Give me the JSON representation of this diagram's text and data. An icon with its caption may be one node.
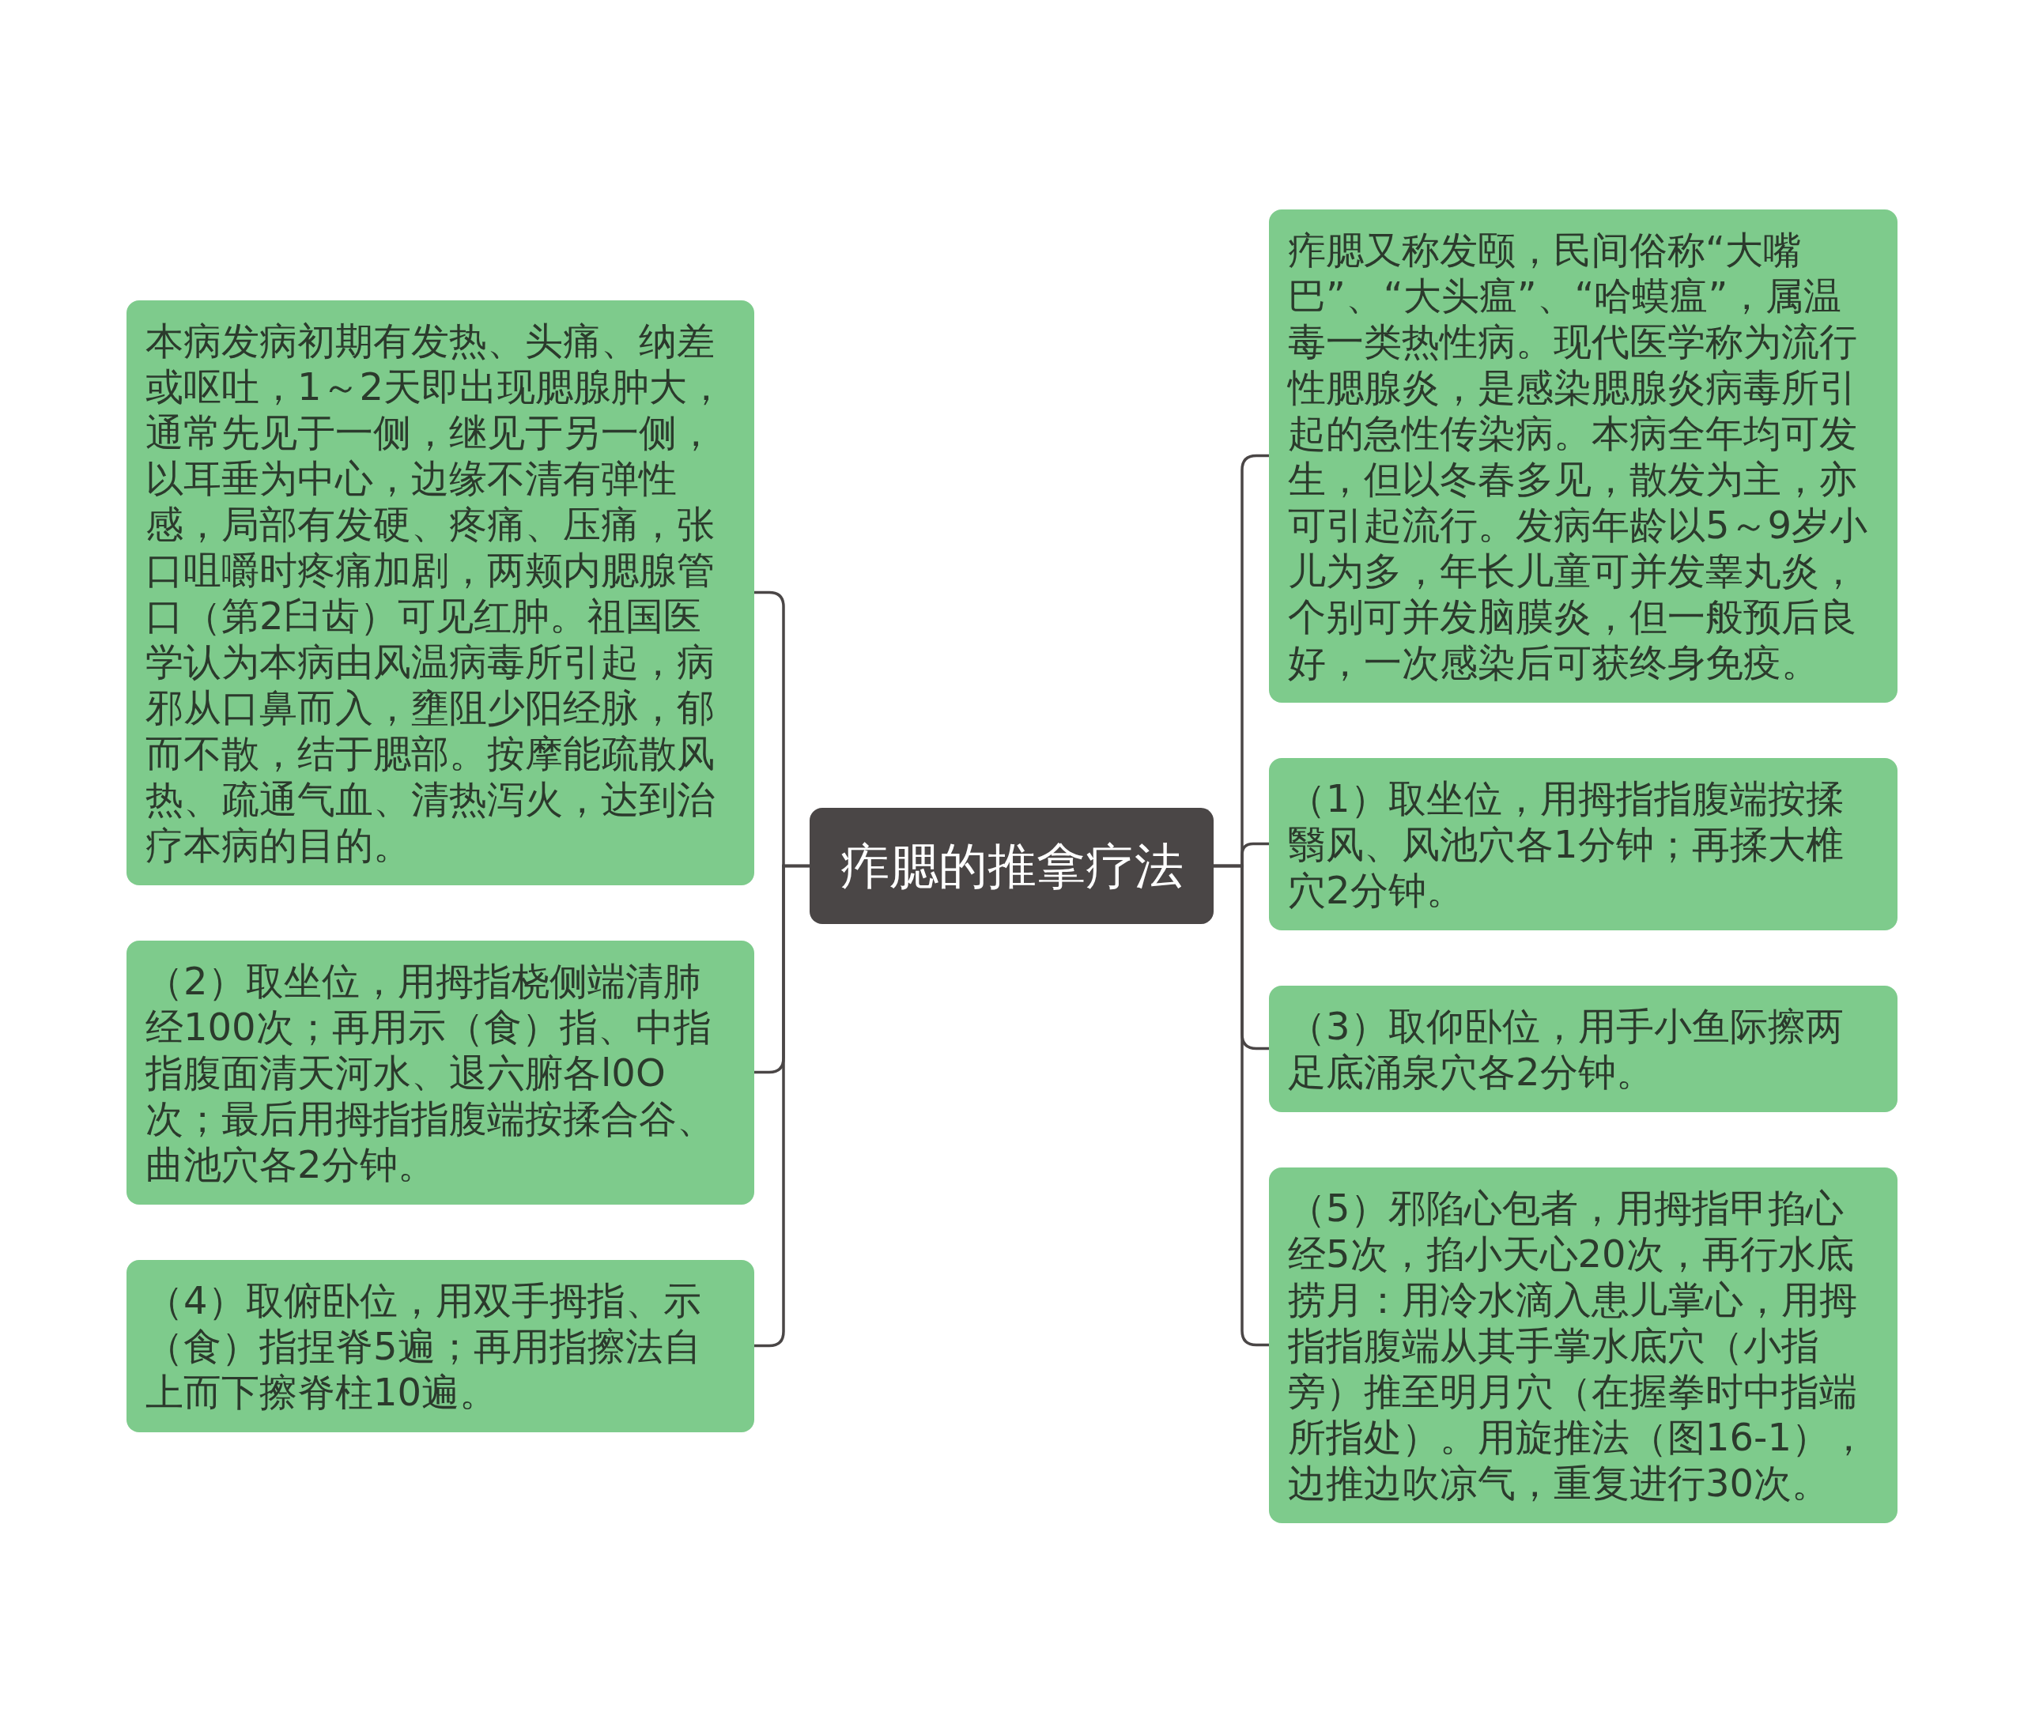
{
  "diagram": {
    "nodes": [
      {
        "text": [
          "痄腮的推拿疗法"
        ]
      },
      {
        "text": [
          "痄腮又称发颐，民间俗称“大嘴巴”、“大头瘟”、“哈蟆瘟”，属温毒一类热性病。现代医学称为流行性腮腺炎，是感染腮腺炎病毒所引起的急性传染病。本病全年均可发生，但以冬春多见，散发为主，亦可引起流行。发病年龄以5～9岁小儿为多，年长儿童可并发睾丸炎，个别可并发脑膜炎，但一般预后良好，一次感染后可获终身免疫。"
        ]
      },
      {
        "text": [
          "（1）取坐位，用拇指指腹端按揉翳风、风池穴各1分钟；再揉大椎穴2分钟。"
        ]
      },
      {
        "text": [
          "（3）取仰卧位，用手小鱼际擦两足底涌泉穴各2分钟。"
        ]
      },
      {
        "text": [
          "（5）邪陷心包者，用拇指甲掐心经5次，掐小天心20次，再行水底捞月：用冷水滴入患儿掌心，用拇指指腹端从其手掌水底穴（小指旁）推至明月穴（在握拳时中指端所指处）。用旋推法（图16-1），边推边吹凉气，重复进行30次。"
        ]
      },
      {
        "text": [
          "本病发病初期有发热、头痛、纳差或呕吐，1～2天即出现腮腺肿大，通常先见于一侧，继见于另一侧，以耳垂为中心，边缘不清有弹性感，局部有发硬、疼痛、压痛，张口咀嚼时疼痛加剧，两颊内腮腺管口（第2臼齿）可见红肿。祖国医学认为本病由风温病毒所引起，病邪从口鼻而入，壅阻少阳经脉，郁而不散，结于腮部。按摩能疏散风热、疏通气血、清热泻火，达到治疗本病的目的。"
        ]
      },
      {
        "text": [
          "（2）取坐位，用拇指桡侧端清肺经100次；再用示（食）指、中指指腹面清天河水、退六腑各l0O次；最后用拇指指腹端按揉合谷、曲池穴各2分钟。"
        ]
      },
      {
        "text": [
          "（4）取俯卧位，用双手拇指、示（食）指捏脊5遍；再用指擦法自上而下擦脊柱10遍。"
        ]
      }
    ],
    "edges": [
      {
        "from": 0,
        "to": 1,
        "arrow": "none"
      },
      {
        "from": 0,
        "to": 2,
        "arrow": "none"
      },
      {
        "from": 0,
        "to": 3,
        "arrow": "none"
      },
      {
        "from": 0,
        "to": 4,
        "arrow": "none"
      },
      {
        "from": 0,
        "to": 5,
        "arrow": "none"
      },
      {
        "from": 0,
        "to": 6,
        "arrow": "none"
      },
      {
        "from": 0,
        "to": 7,
        "arrow": "none"
      }
    ]
  }
}
